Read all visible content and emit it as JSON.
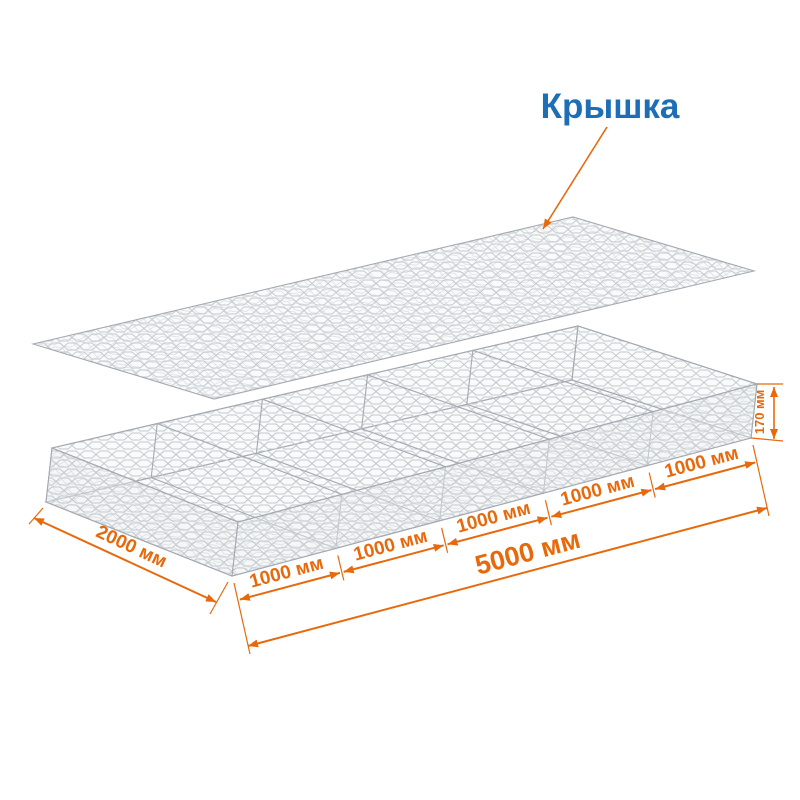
{
  "diagram": {
    "lid_label": "Крышка",
    "dimensions": {
      "depth": "2000 мм",
      "cell": "1000 мм",
      "length": "5000 мм",
      "height": "170 мм"
    },
    "colors": {
      "dimension": "#E8690B",
      "label": "#1C6FB7",
      "mesh": "#c4c9ce",
      "edge": "#a3aab1"
    }
  }
}
